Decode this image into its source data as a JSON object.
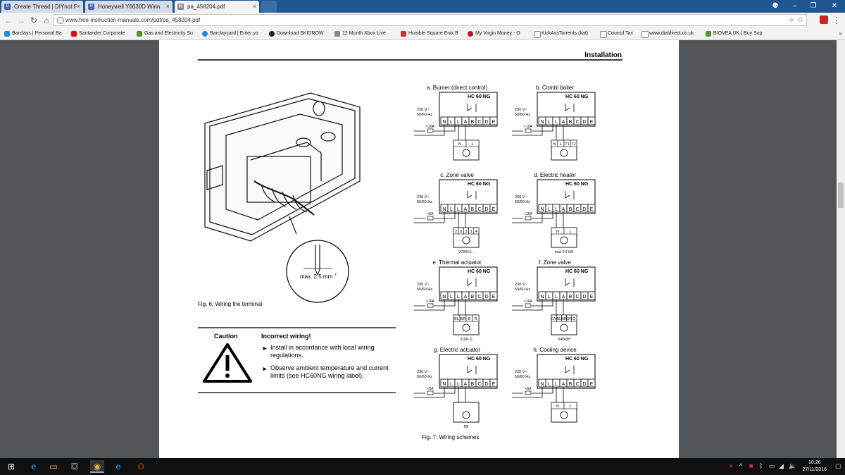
{
  "browser": {
    "tabs": [
      {
        "label": "Create Thread | DIYnot F",
        "icon": "diynot-icon",
        "color": "#3366aa"
      },
      {
        "label": "Honeywell Y6630D Wirin",
        "icon": "honeywell-icon",
        "color": "#4466bb"
      },
      {
        "label": "pa_458204.pdf",
        "icon": "document-icon",
        "color": "#888888"
      }
    ],
    "url": "www.free-instruction-manuals.com/pdf/pa_458204.pdf",
    "bookmarks": [
      {
        "label": "Barclays | Personal Ba",
        "color": "#1d8fd6"
      },
      {
        "label": "Santander Corporate",
        "color": "#e2001a"
      },
      {
        "label": "Gas and Electricity Su",
        "color": "#4a9a2a"
      },
      {
        "label": "Barclaycard | Enter yo",
        "color": "#1d8fd6"
      },
      {
        "label": "Download SKIDROW",
        "color": "#222222"
      },
      {
        "label": "12 Month Xbox Live",
        "color": "#888888"
      },
      {
        "label": "Humble Square Enix B",
        "color": "#cc3333"
      },
      {
        "label": "My Virgin Money - O",
        "color": "#c8102e"
      },
      {
        "label": "KickAssTorrents (kat)",
        "color": "#888888"
      },
      {
        "label": "Council Tax",
        "color": "#888888"
      },
      {
        "label": "www.dialdirect.co.uk",
        "color": "#888888"
      },
      {
        "label": "BIOVEA UK | Buy Sup",
        "color": "#4a9a2a"
      }
    ]
  },
  "doc": {
    "header": "Installation",
    "fig6_caption": "Fig. 6: Wiring the terminal",
    "max_label": "max. 2.5 mm",
    "max_sup": "2",
    "caution": {
      "title": "Caution",
      "heading": "Incorrect wiring!",
      "bullet1": "Install in accordance with local wiring regulations.",
      "bullet2": "Observe ambient temperature and current limits (see HC60NG wiring label)."
    },
    "fig7_caption": "Fig. 7: Wiring schemes",
    "device": "HC 60 NG",
    "supply": "230 V~",
    "freq": "50/60 Hz",
    "terminals": [
      "N",
      "L",
      "L",
      "A",
      "B",
      "C",
      "D",
      "E"
    ],
    "schemes": [
      {
        "title": "a. Burner (direct control)",
        "fuse": "<10A",
        "load": "N|L"
      },
      {
        "title": "b. Combi boiler",
        "fuse": "<10A",
        "load": "N|L|T1|T2"
      },
      {
        "title": "c. Zone valve",
        "fuse": "<5A",
        "load": "2|6|3|1|4",
        "note": "VC6613..."
      },
      {
        "title": "d. Electric heater",
        "fuse": "<10A",
        "load": "N|L",
        "note": "max 2.3 kW"
      },
      {
        "title": "e. Thermal actuator",
        "fuse": "<10A",
        "load": "BL|BR|B|R",
        "note": "2106-.0"
      },
      {
        "title": "f. Zone valve",
        "fuse": "<10A",
        "load": "GY|BL|BR|GR|O",
        "note": "V4043H"
      },
      {
        "title": "g. Electric actuator",
        "fuse": "<5A",
        "load": "",
        "note": "M6"
      },
      {
        "title": "h. Cooling device",
        "fuse": "<6A",
        "load": "N|L"
      }
    ]
  },
  "taskbar": {
    "time": "10:26",
    "date": "27/11/2016"
  }
}
